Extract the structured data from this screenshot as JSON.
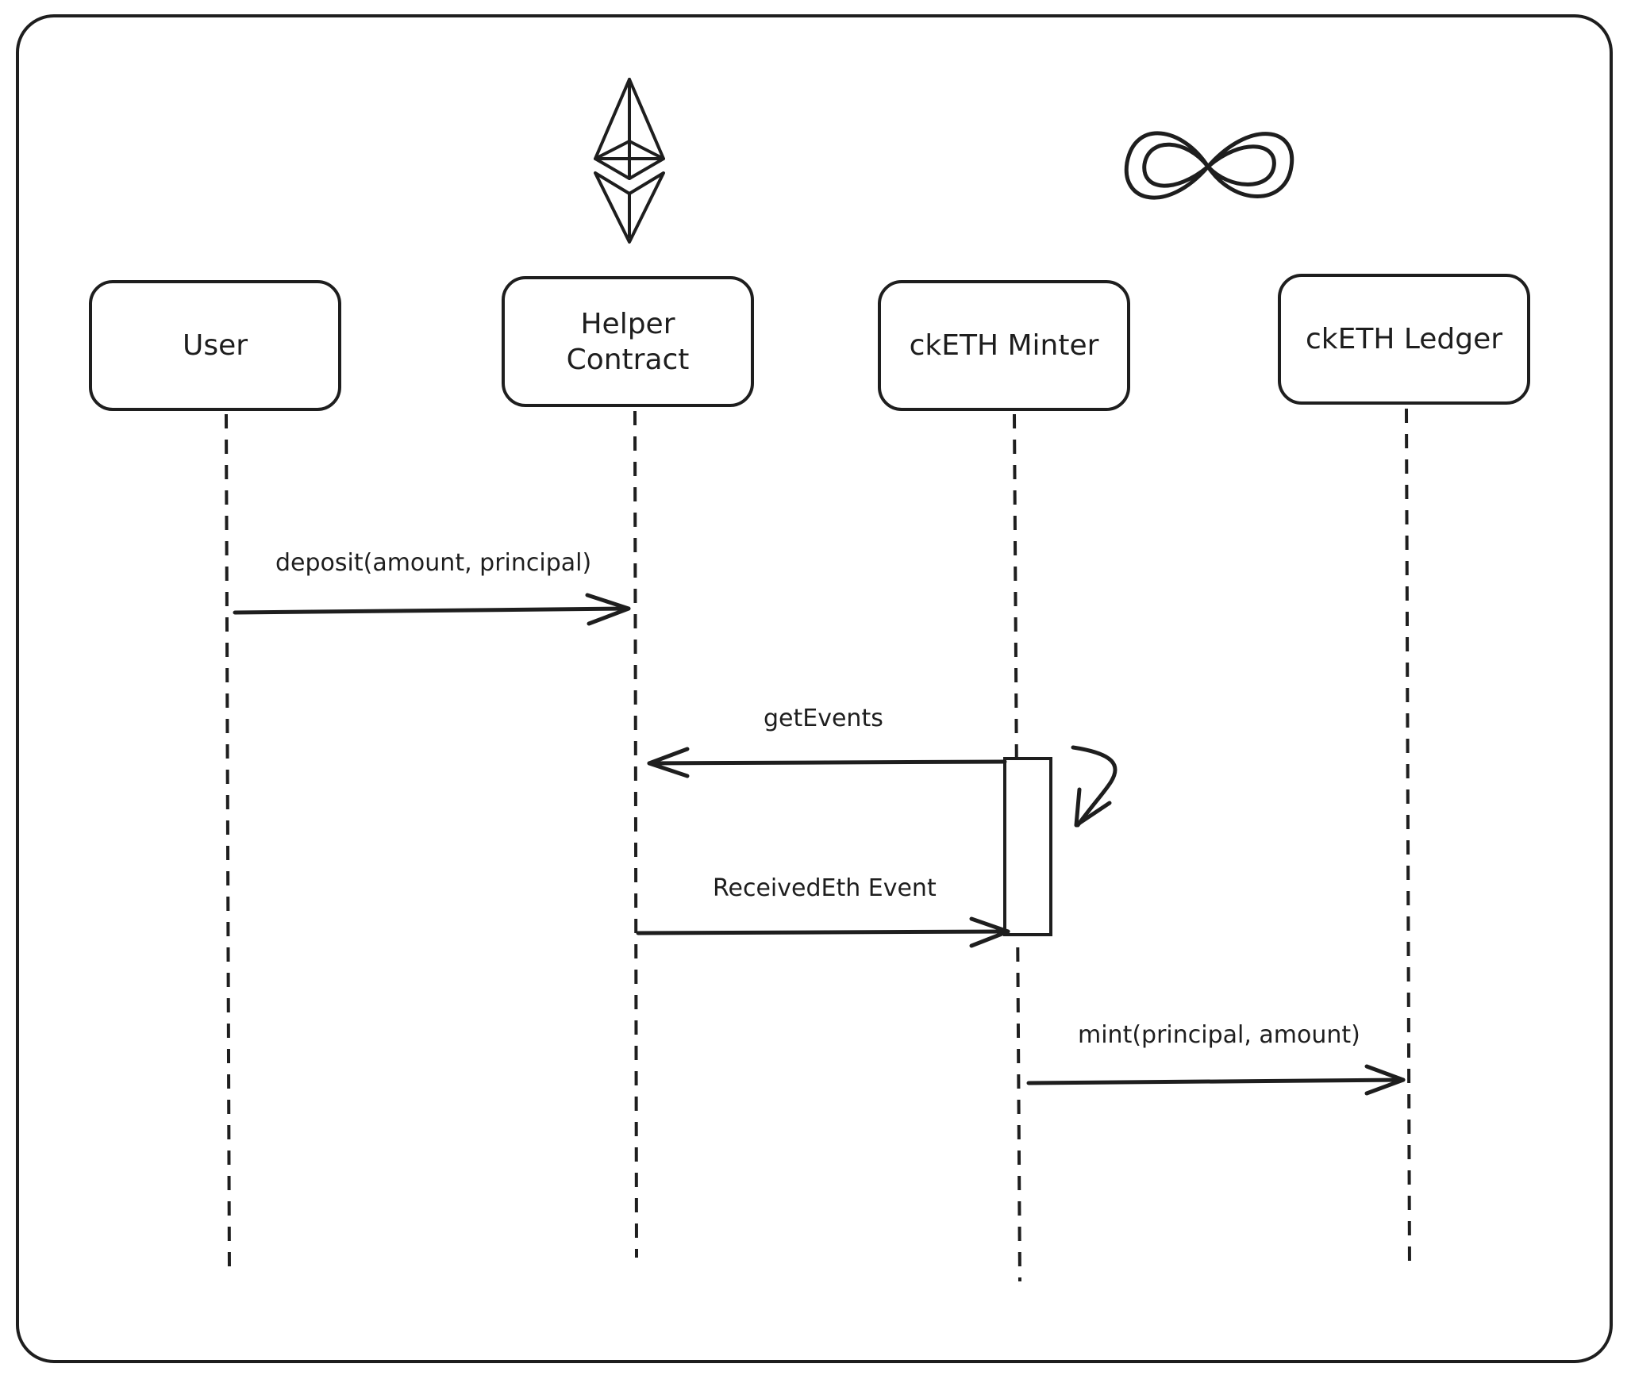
{
  "participants": [
    {
      "id": "user",
      "label": "User"
    },
    {
      "id": "helper",
      "label": "Helper\nContract"
    },
    {
      "id": "minter",
      "label": "ckETH Minter"
    },
    {
      "id": "ledger",
      "label": "ckETH Ledger"
    }
  ],
  "messages": [
    {
      "label": "deposit(amount, principal)",
      "from": "User",
      "to": "Helper Contract"
    },
    {
      "label": "getEvents",
      "from": "ckETH Minter",
      "to": "Helper Contract"
    },
    {
      "label": "ReceivedEth Event",
      "from": "Helper Contract",
      "to": "ckETH Minter"
    },
    {
      "label": "mint(principal, amount)",
      "from": "ckETH Minter",
      "to": "ckETH Ledger"
    }
  ],
  "icons": {
    "ethereum": "ethereum-icon",
    "icp": "infinity-icon"
  }
}
